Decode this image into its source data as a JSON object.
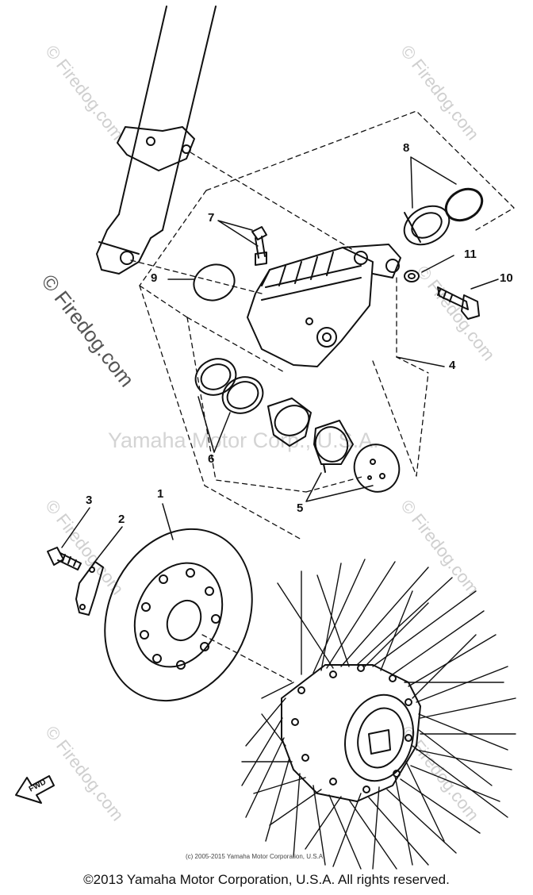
{
  "diagram": {
    "callouts": [
      {
        "id": "1",
        "label": "1"
      },
      {
        "id": "2",
        "label": "2"
      },
      {
        "id": "3",
        "label": "3"
      },
      {
        "id": "4",
        "label": "4"
      },
      {
        "id": "5",
        "label": "5"
      },
      {
        "id": "6",
        "label": "6"
      },
      {
        "id": "7",
        "label": "7"
      },
      {
        "id": "8",
        "label": "8"
      },
      {
        "id": "9",
        "label": "9"
      },
      {
        "id": "10",
        "label": "10"
      },
      {
        "id": "11",
        "label": "11"
      }
    ],
    "fwd_label": "FWD",
    "watermark": "© Firedog.com",
    "center_watermark": "Yamaha Motor Corp., U.S.A.",
    "small_copyright": "(c) 2005-2015 Yamaha Motor Corporation, U.S.A.",
    "footer": "©2013 Yamaha Motor Corporation, U.S.A. All rights reserved."
  }
}
